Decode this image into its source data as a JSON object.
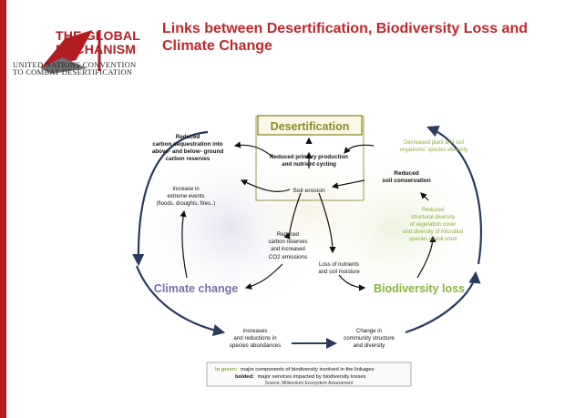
{
  "logo": {
    "line1": "THE GLOBAL",
    "line2": "MECHANISM",
    "org_line1": "UNITED NATIONS CONVENTION",
    "org_line2": "TO COMBAT DESERTIFICATION"
  },
  "slide": {
    "title": "Links between Desertification, Biodiversity Loss and Climate Change"
  },
  "diagram": {
    "hubs": {
      "desertification": "Desertification",
      "climate": "Climate change",
      "biodiversity": "Biodiversity loss"
    },
    "labels": {
      "reduced_seq_1": "Reduced",
      "reduced_seq_2": "carbon sequestration into",
      "reduced_seq_3": "above- and below- ground",
      "reduced_seq_4": "carbon reserves",
      "primary_1": "Reduced primary production",
      "primary_2": "and nutrient cycling",
      "soil_erosion": "Soil erosion",
      "extreme_1": "Increase in",
      "extreme_2": "extreme events",
      "extreme_3": "(floods, droughts, fires..)",
      "carbon_1": "Reduced",
      "carbon_2": "carbon reserves",
      "carbon_3": "and increased",
      "carbon_4": "CO2 emissions",
      "nutrients_1": "Loss of nutrients",
      "nutrients_2": "and soil moisture",
      "decreased_1": "Decreased plant and soil",
      "decreased_2": "organisms' species diversity",
      "soilcons_1": "Reduced",
      "soilcons_2": "soil conservation",
      "struct_1": "Reduced",
      "struct_2": "structural diversity",
      "struct_3": "of vegetation cover",
      "struct_4": "and diversity of microbial",
      "struct_5": "species in soil crust",
      "abund_1": "Increases",
      "abund_2": "and reductions in",
      "abund_3": "species abundances",
      "comm_1": "Change in",
      "comm_2": "community structure",
      "comm_3": "and diversity"
    },
    "legend": {
      "green_key": "In green:",
      "green_text": "major components of biodiversity involved in the linkages",
      "bold_key": "bolded:",
      "bold_text": "major services impacted by biodiversity losses",
      "source": "Source: Millennium Ecosystem Assessment"
    },
    "colors": {
      "brand_red": "#b11e22",
      "title_red": "#c0272d",
      "hub_olive": "#8a8a2a",
      "hub_purple": "#7a70a8",
      "hub_green": "#8ab33a",
      "green_text": "#8aac3a"
    }
  }
}
